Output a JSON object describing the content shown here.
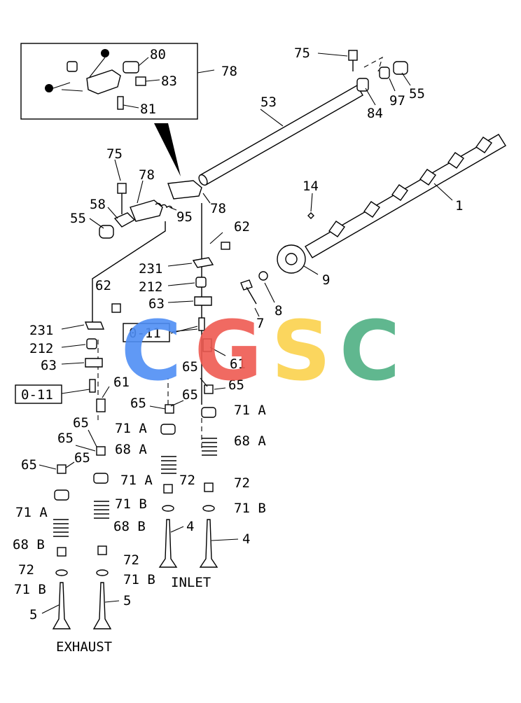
{
  "diagram": {
    "inset_labels": [
      "80",
      "83",
      "81",
      "78"
    ],
    "shaft_labels": [
      "75",
      "53",
      "84",
      "97",
      "55"
    ],
    "cam_labels": [
      "14",
      "1",
      "9",
      "7",
      "8"
    ],
    "rocker_labels": [
      "75",
      "78",
      "58",
      "55",
      "95",
      "78",
      "62"
    ],
    "inlet_labels": [
      "231",
      "212",
      "63",
      "61",
      "65",
      "65",
      "65",
      "65",
      "71 A",
      "71 A",
      "68 A",
      "68 A",
      "72",
      "72",
      "71 B",
      "71 B",
      "4",
      "4"
    ],
    "exhaust_labels": [
      "62",
      "231",
      "212",
      "63",
      "61",
      "65",
      "65",
      "65",
      "65",
      "71 A",
      "71 A",
      "68 B",
      "68 B",
      "72",
      "72",
      "71 B",
      "71 B",
      "5",
      "5"
    ],
    "ref_boxes": [
      "0-11",
      "0-11"
    ],
    "section_inlet": "INLET",
    "section_exhaust": "EXHAUST",
    "watermark": {
      "letters": [
        "C",
        "G",
        "S",
        "C"
      ],
      "colors": [
        "#4f8ef5",
        "#ef5a52",
        "#fbd24d",
        "#4fb083"
      ]
    }
  }
}
